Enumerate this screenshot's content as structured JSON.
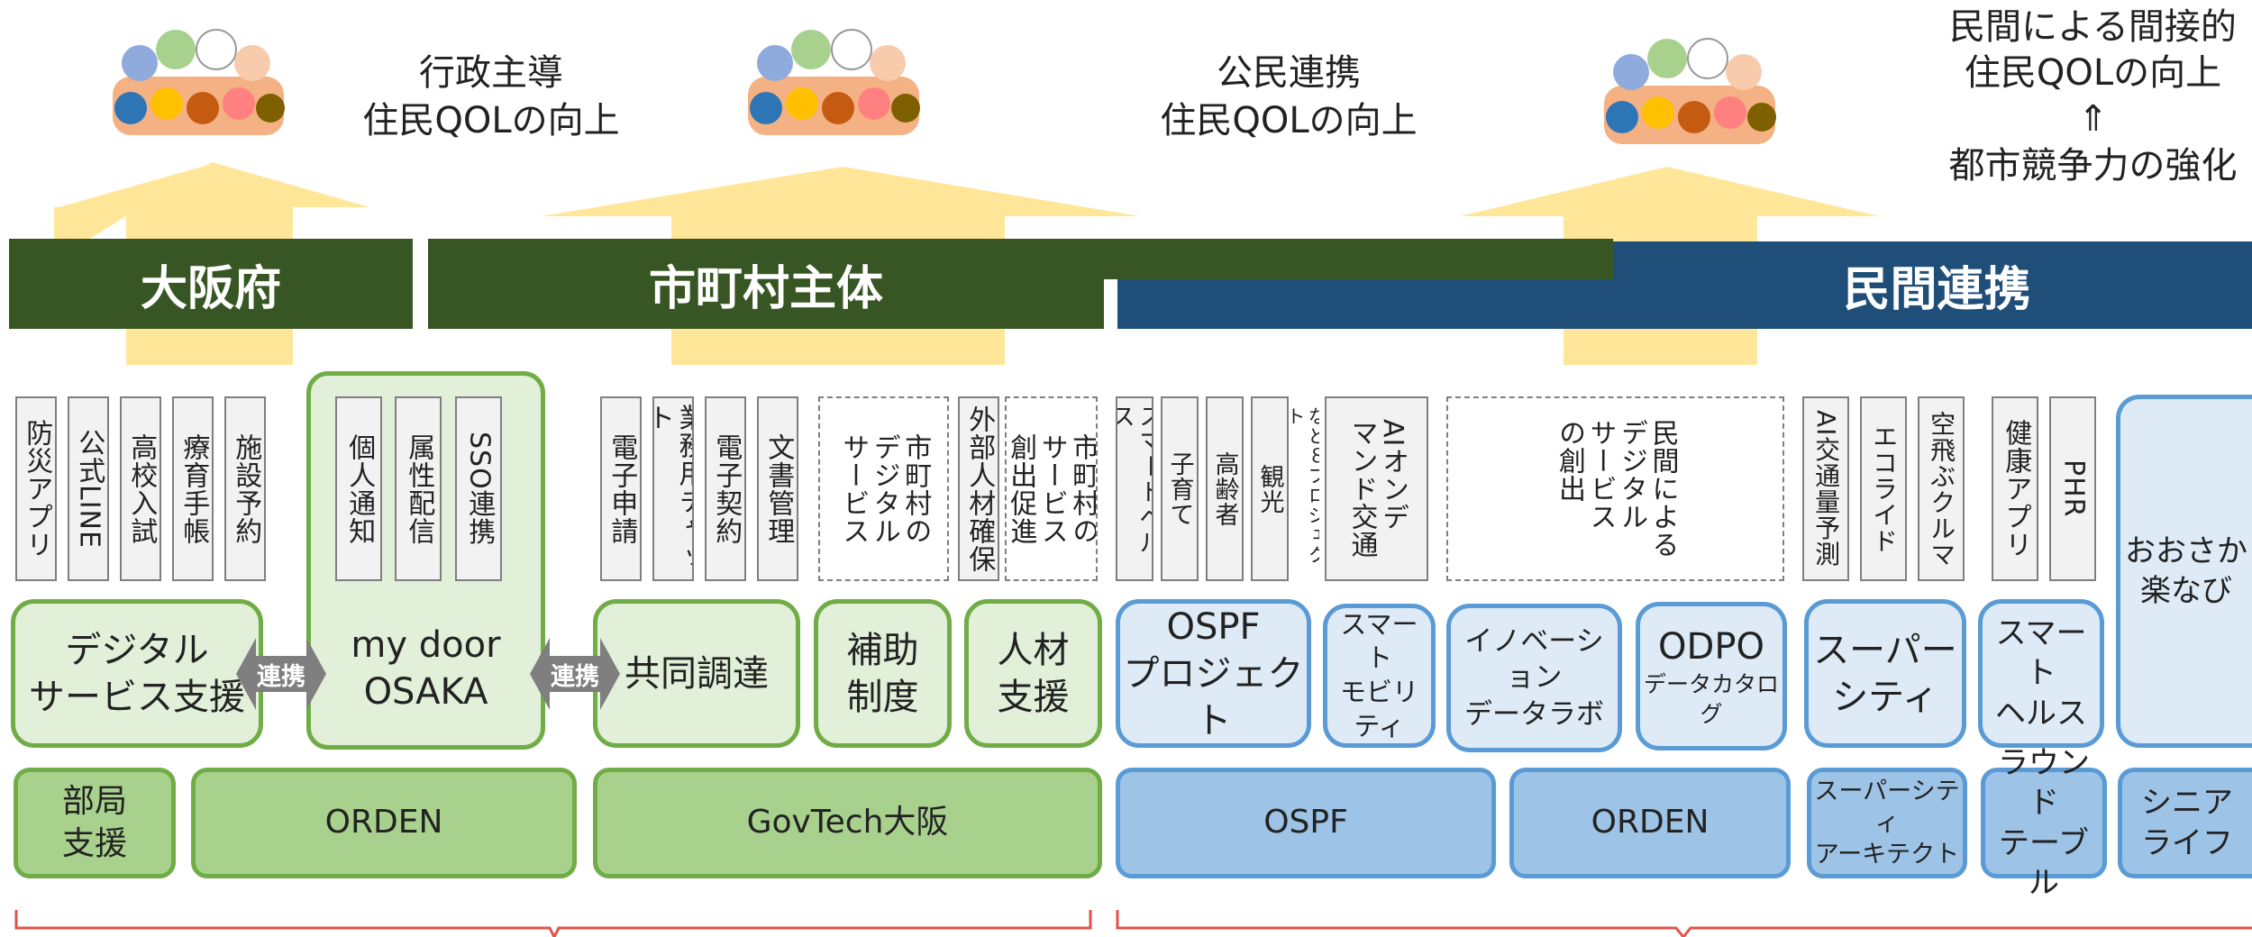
{
  "headers": {
    "gov_led": "行政主導\n住民QOLの向上",
    "public_private": "公民連携\n住民QOLの向上",
    "private_indirect": "民間による間接的\n住民QOLの向上\n⇑\n都市競争力の強化"
  },
  "bands": {
    "osaka_pref": "大阪府",
    "municipalities": "市町村主体",
    "private": "民間連携"
  },
  "services": {
    "pref": [
      "防災アプリ",
      "公式LINE",
      "高校入試",
      "療育手帳",
      "施設予約"
    ],
    "mydoor": [
      "個人通知",
      "属性配信",
      "SSO連携"
    ],
    "muni": [
      "電子申請",
      "業務用チャット",
      "電子契約",
      "文書管理"
    ],
    "muni_digital": "市町村の\nデジタル\nサービス",
    "external_talent": "外部人材確保",
    "service_creation": "市町村の\nサービス\n創出促進",
    "ospf_items": [
      "スマートヘルス",
      "子育て",
      "高齢者",
      "観光"
    ],
    "ospf_etc": "など８プロジェクト",
    "ai_demand": "AIオンデ\nマンド交通",
    "private_digital": "民間による\nデジタル\nサービス\nの創出",
    "super_city": [
      "AI交通量予測",
      "エコライド",
      "空飛ぶクルマ"
    ],
    "health": [
      "健康アプリ",
      "PHR"
    ]
  },
  "initiatives": {
    "digital_support": "デジタル\nサービス支援",
    "mydoor": "my door\nOSAKA",
    "joint_procurement": "共同調達",
    "subsidy": "補助\n制度",
    "talent_support": "人材\n支援",
    "ospf_project": "OSPF\nプロジェクト",
    "smart_mobility": "スマート\nモビリティ",
    "innovation_lab": "イノベーション\nデータラボ",
    "odpo": "ODPO",
    "data_catalog": "データカタログ",
    "super_city": "スーパー\nシティ",
    "smart_health": "スマート\nヘルス",
    "osaka_tanobi": "おおさか\n楽なび"
  },
  "connectors": {
    "link_left": "連携",
    "link_right": "連携"
  },
  "organizations": {
    "dept_support": "部局\n支援",
    "orden_left": "ORDEN",
    "govtech": "GovTech大阪",
    "ospf": "OSPF",
    "orden_right": "ORDEN",
    "super_city_architect": "スーパーシティ\nアーキテクト",
    "round_table": "ラウンド\nテーブル",
    "senior_life": "シニア\nライフ"
  },
  "colors": {
    "green_dark": "#375623",
    "blue_dark": "#1f4e79",
    "arrow_yellow": "#ffe699",
    "green_light": "#e2efd9",
    "green_mid": "#a9d18e",
    "green_border": "#70ad47",
    "blue_light": "#deebf7",
    "blue_mid": "#9dc3e6",
    "blue_border": "#5b9bd5",
    "bracket_red": "#e0534a"
  }
}
